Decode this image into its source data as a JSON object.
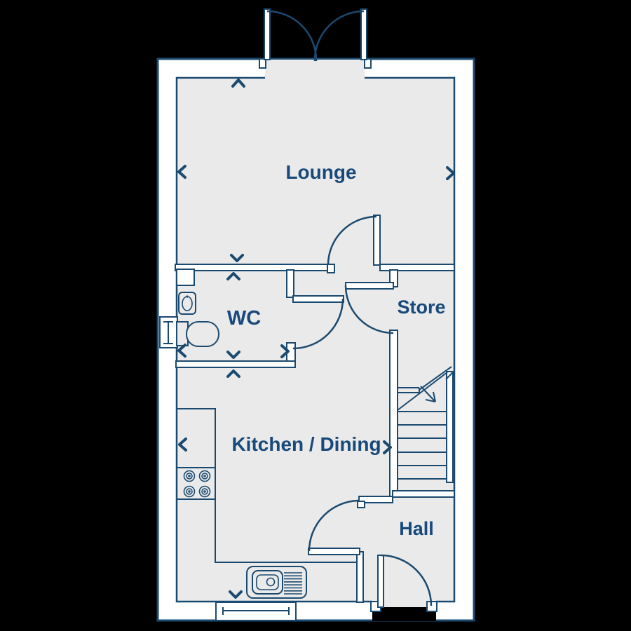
{
  "floorplan": {
    "rooms": [
      {
        "name": "lounge",
        "label": "Lounge"
      },
      {
        "name": "wc",
        "label": "WC"
      },
      {
        "name": "store",
        "label": "Store"
      },
      {
        "name": "kitchen_dining",
        "label": "Kitchen / Dining"
      },
      {
        "name": "hall",
        "label": "Hall"
      }
    ],
    "fixtures": [
      "french-doors",
      "front-door",
      "staircase-up",
      "toilet",
      "basin",
      "hob-4-burner",
      "sink-with-drainer",
      "wc-window",
      "kitchen-window",
      "kitchen-counter",
      "dimension-chevrons"
    ],
    "colors": {
      "background": "#000000",
      "wall_fill": "#ffffff",
      "line": "#1b4a70",
      "label_text": "#17497a",
      "floor": "#eaeaea"
    }
  }
}
